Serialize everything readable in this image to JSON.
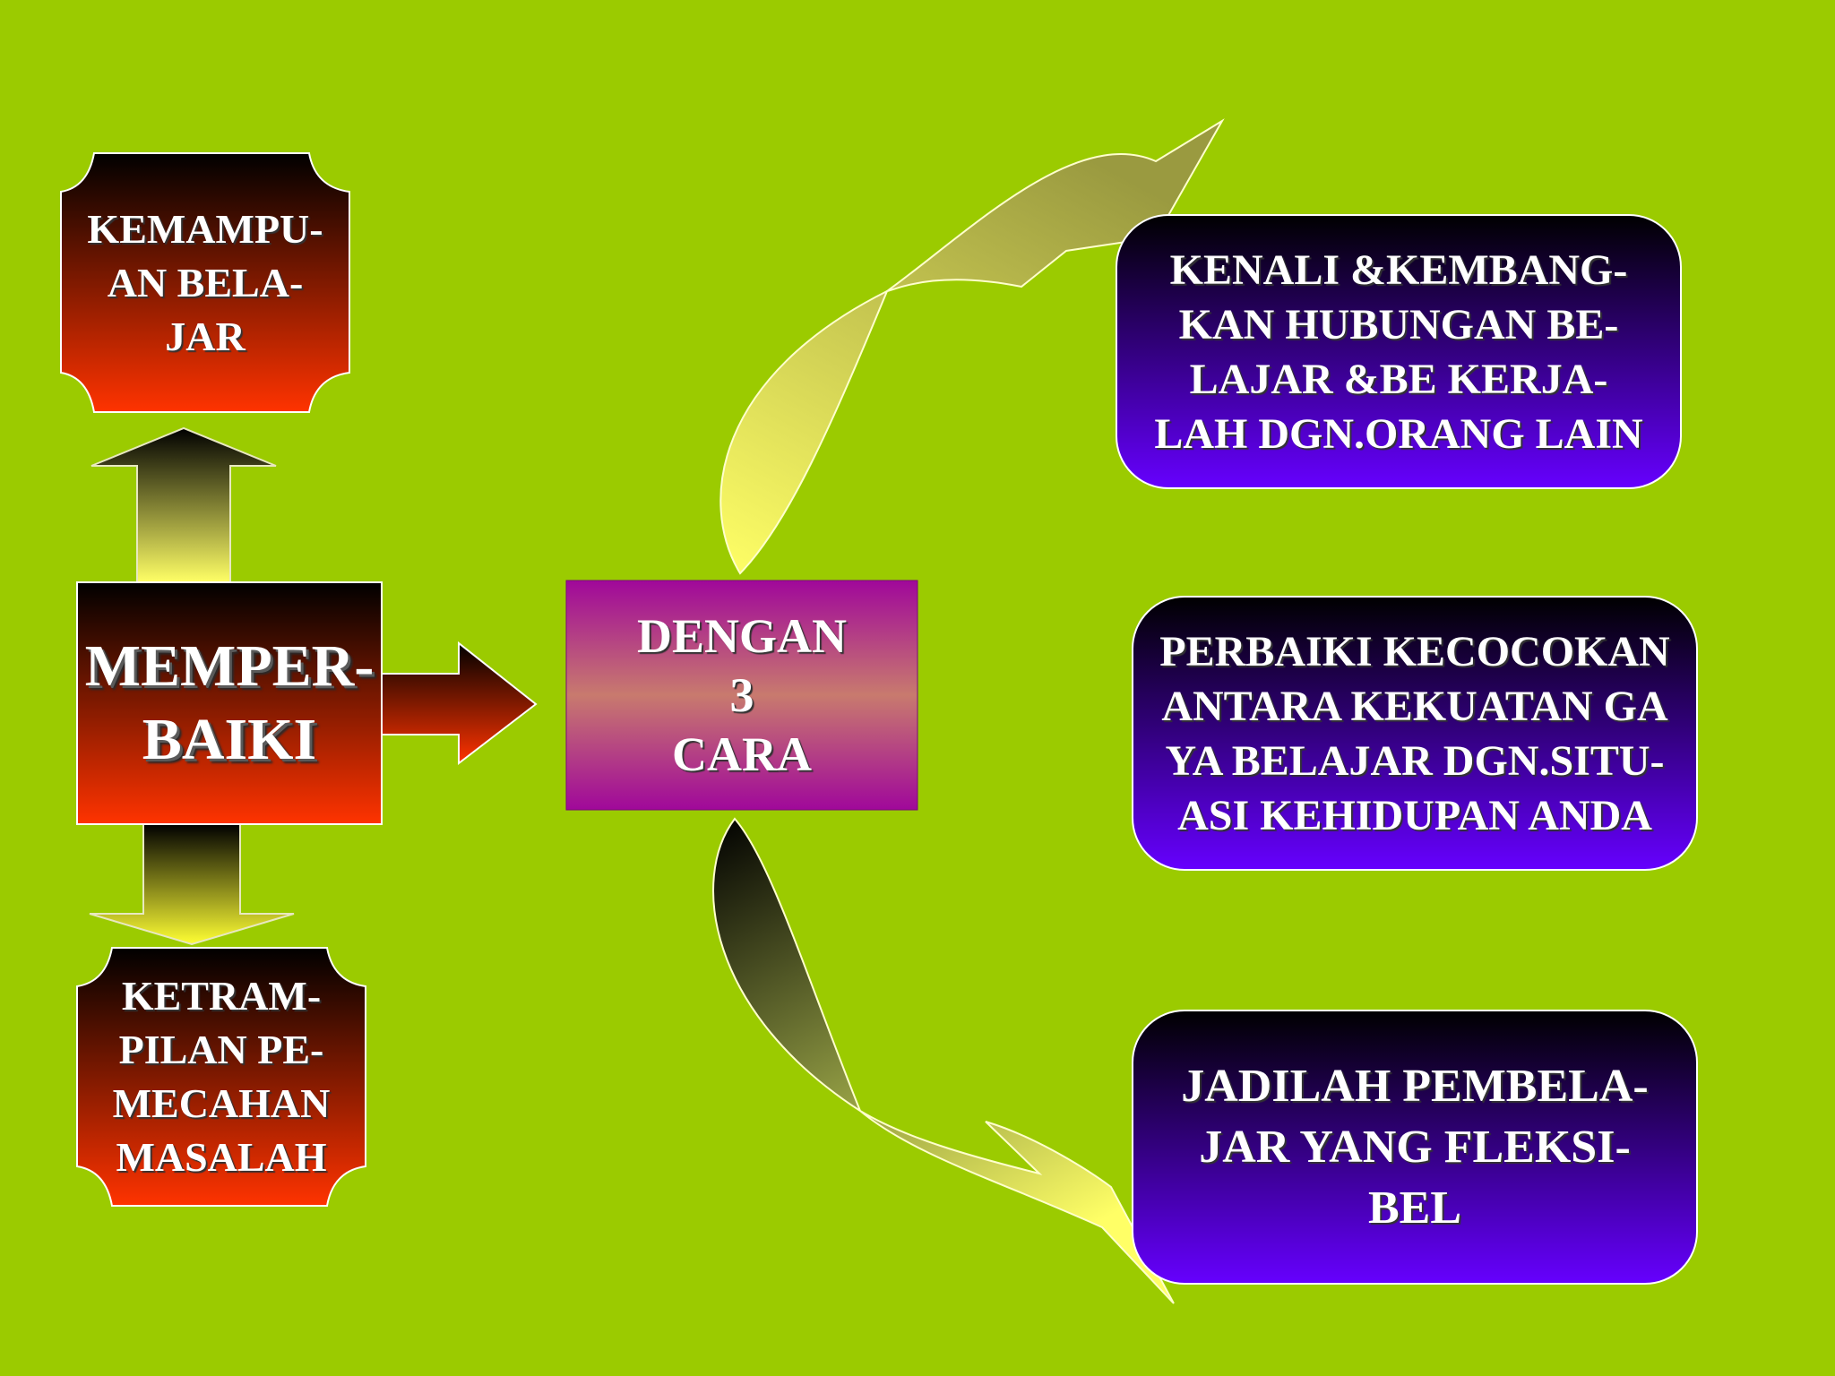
{
  "diagram": {
    "background_color": "#9bcb00",
    "center_node": {
      "lines": [
        "MEMPER-",
        "BAIKI"
      ]
    },
    "top_node": {
      "lines": [
        "KEMAMPU-",
        "AN BELA-",
        "JAR"
      ]
    },
    "bottom_node": {
      "lines": [
        "KETRAM-",
        "PILAN PE-",
        "MECAHAN",
        "MASALAH"
      ]
    },
    "hub_node": {
      "lines": [
        "DENGAN",
        "3",
        "CARA"
      ]
    },
    "ways": [
      {
        "lines": [
          "KENALI &KEMBANG-",
          "KAN HUBUNGAN BE-",
          "LAJAR &BE KERJA-",
          "LAH DGN.ORANG LAIN"
        ]
      },
      {
        "lines": [
          "PERBAIKI KECOCOKAN",
          "ANTARA KEKUATAN GA",
          "YA BELAJAR DGN.SITU-",
          "ASI KEHIDUPAN ANDA"
        ]
      },
      {
        "lines": [
          "JADILAH PEMBELA-",
          "JAR YANG FLEKSI-",
          "BEL"
        ]
      }
    ],
    "colors": {
      "red_top": "#000000",
      "red_bottom": "#ff3300",
      "purple_top": "#000000",
      "purple_bottom": "#6600ff",
      "hub_edge": "#a0089a",
      "hub_mid": "#c87a6e",
      "arrow_light": "#ffff66",
      "arrow_dark": "#000000"
    }
  }
}
